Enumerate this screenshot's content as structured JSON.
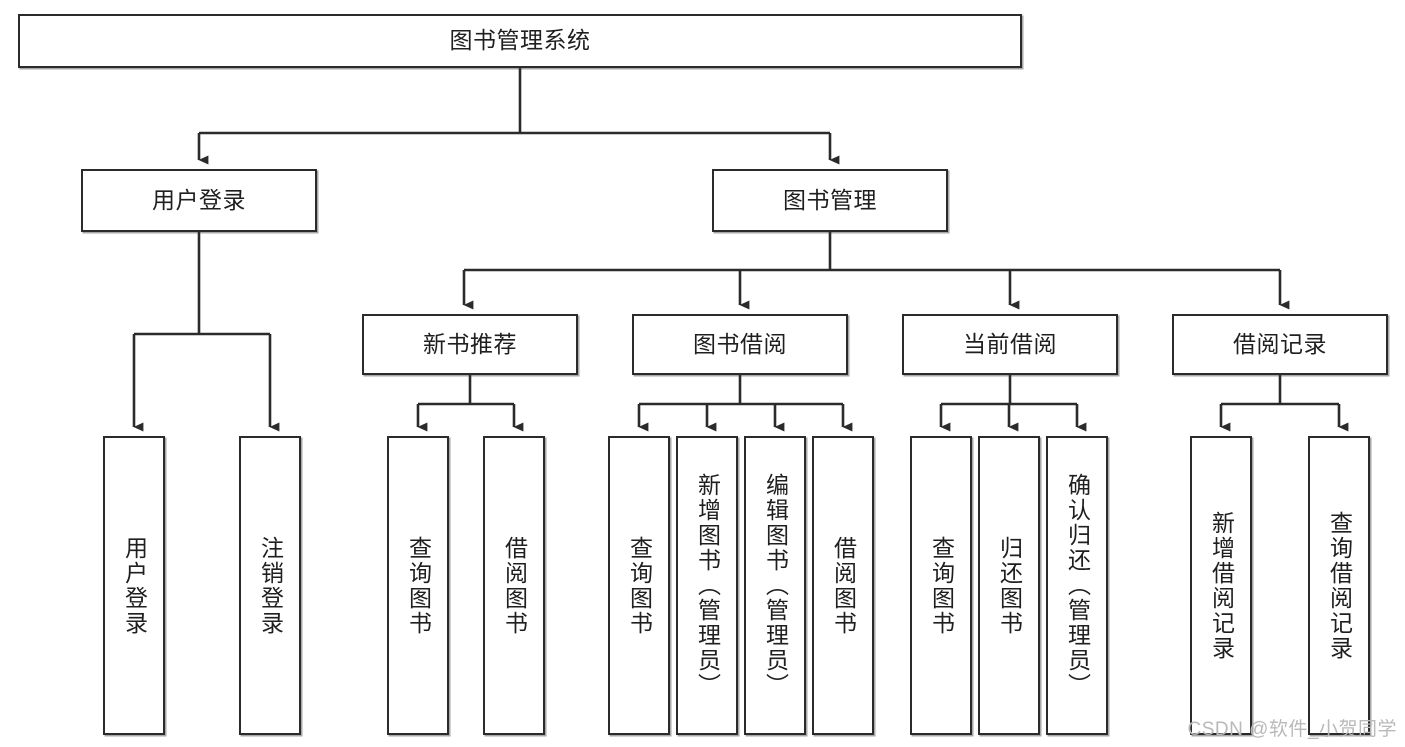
{
  "diagram": {
    "title": "图书管理系统",
    "type": "tree",
    "orientation": "top-down",
    "stroke_color": "#2b2b2b",
    "fill_color": "#ffffff",
    "text_color": "#1f1f1f",
    "nodes": {
      "root": {
        "label": "图书管理系统",
        "level": 1,
        "text_direction": "horizontal"
      },
      "l2_user_login": {
        "label": "用户登录",
        "level": 2,
        "text_direction": "horizontal"
      },
      "l2_book_manage": {
        "label": "图书管理",
        "level": 2,
        "text_direction": "horizontal"
      },
      "l3_new_book_rec": {
        "label": "新书推荐",
        "level": 3,
        "text_direction": "horizontal"
      },
      "l3_book_borrow": {
        "label": "图书借阅",
        "level": 3,
        "text_direction": "horizontal"
      },
      "l3_current_borrow": {
        "label": "当前借阅",
        "level": 3,
        "text_direction": "horizontal"
      },
      "l3_borrow_record": {
        "label": "借阅记录",
        "level": 3,
        "text_direction": "horizontal"
      },
      "leaf_user_login": {
        "label": "用户登录",
        "level": 4,
        "text_direction": "vertical",
        "parent": "用户登录"
      },
      "leaf_logout": {
        "label": "注销登录",
        "level": 4,
        "text_direction": "vertical",
        "parent": "用户登录"
      },
      "leaf_query_book_a": {
        "label": "查询图书",
        "level": 4,
        "text_direction": "vertical",
        "parent": "新书推荐"
      },
      "leaf_borrow_book_a": {
        "label": "借阅图书",
        "level": 4,
        "text_direction": "vertical",
        "parent": "新书推荐"
      },
      "leaf_query_book_b": {
        "label": "查询图书",
        "level": 4,
        "text_direction": "vertical",
        "parent": "图书借阅"
      },
      "leaf_add_book": {
        "label": "新增图书（管理员）",
        "level": 4,
        "text_direction": "vertical",
        "parent": "图书借阅"
      },
      "leaf_edit_book": {
        "label": "编辑图书（管理员）",
        "level": 4,
        "text_direction": "vertical",
        "parent": "图书借阅"
      },
      "leaf_borrow_book_b": {
        "label": "借阅图书",
        "level": 4,
        "text_direction": "vertical",
        "parent": "图书借阅"
      },
      "leaf_query_book_c": {
        "label": "查询图书",
        "level": 4,
        "text_direction": "vertical",
        "parent": "当前借阅"
      },
      "leaf_return_book": {
        "label": "归还图书",
        "level": 4,
        "text_direction": "vertical",
        "parent": "当前借阅"
      },
      "leaf_confirm_return": {
        "label": "确认归还（管理员）",
        "level": 4,
        "text_direction": "vertical",
        "parent": "当前借阅"
      },
      "leaf_add_record": {
        "label": "新增借阅记录",
        "level": 4,
        "text_direction": "vertical",
        "parent": "借阅记录"
      },
      "leaf_query_record": {
        "label": "查询借阅记录",
        "level": 4,
        "text_direction": "vertical",
        "parent": "借阅记录"
      }
    }
  },
  "watermark": {
    "text": "CSDN @软件_小贺同学"
  }
}
